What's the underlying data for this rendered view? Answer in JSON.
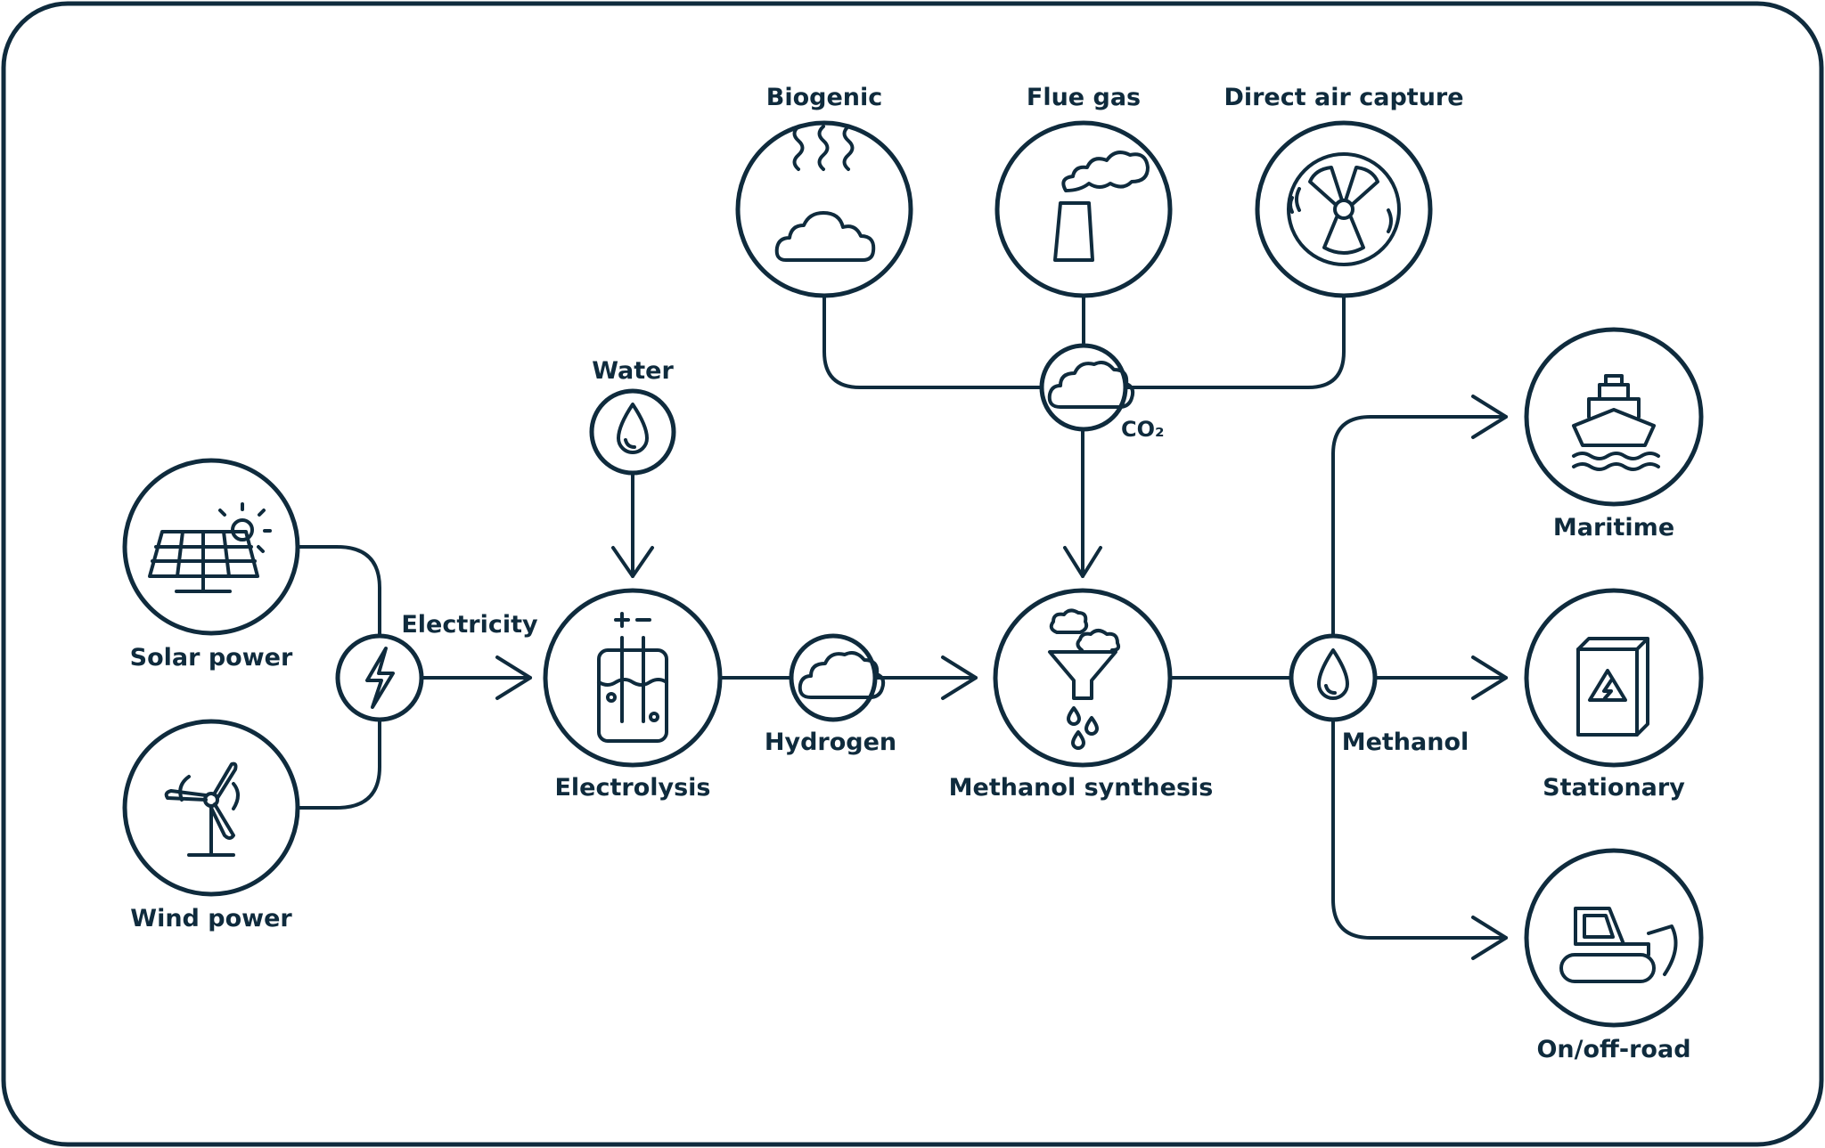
{
  "colors": {
    "stroke": "#0f2b3d",
    "background": "#ffffff"
  },
  "sources": {
    "co2": [
      {
        "label": "Biogenic",
        "icon": "steam-cloud-icon"
      },
      {
        "label": "Flue gas",
        "icon": "smokestack-icon"
      },
      {
        "label": "Direct air capture",
        "icon": "fan-icon"
      }
    ],
    "power": [
      {
        "label": "Solar power",
        "icon": "solar-panel-icon"
      },
      {
        "label": "Wind power",
        "icon": "wind-turbine-icon"
      }
    ],
    "water": {
      "label": "Water",
      "icon": "water-drop-icon"
    }
  },
  "flows": {
    "electricity": {
      "label": "Electricity",
      "icon": "lightning-icon"
    },
    "hydrogen": {
      "label": "Hydrogen",
      "icon": "cloud-icon"
    },
    "co2": {
      "label": "CO₂",
      "icon": "cloud-icon"
    },
    "methanol": {
      "label": "Methanol",
      "icon": "drop-icon"
    }
  },
  "processes": {
    "electrolysis": {
      "label": "Electrolysis",
      "icon": "electrolysis-cell-icon"
    },
    "synthesis": {
      "label": "Methanol synthesis",
      "icon": "funnel-icon"
    }
  },
  "uses": [
    {
      "label": "Maritime",
      "icon": "ship-icon"
    },
    {
      "label": "Stationary",
      "icon": "generator-icon"
    },
    {
      "label": "On/off-road",
      "icon": "bulldozer-icon"
    }
  ]
}
